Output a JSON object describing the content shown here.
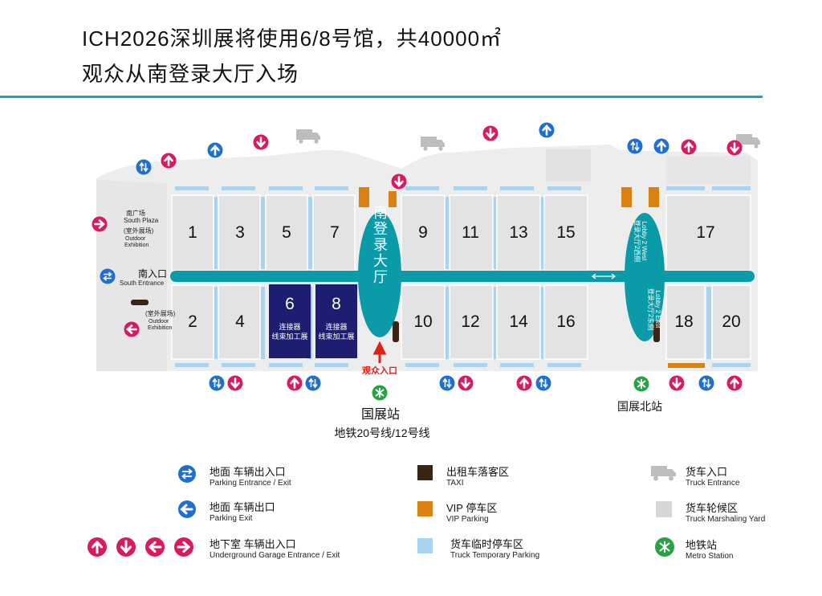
{
  "header": {
    "title_line1": "ICH2026深圳展将使用6/8号馆，共40000㎡",
    "title_line2": "观众从南登录大厅入场"
  },
  "colors": {
    "accent": "#1ea0cc",
    "teal": "#0a9aa8",
    "navy": "#1d1d72",
    "magenta": "#d81b60",
    "blue_arrow": "#1f6fd1",
    "hall_gray": "#e3e3e6",
    "truck_parking": "#a8d4f2",
    "vip": "#d98211",
    "taxi": "#3a2412",
    "metro": "#27a344",
    "red_text": "#e0201b"
  },
  "map": {
    "halls_west": [
      "1",
      "3",
      "5",
      "7",
      "2",
      "4"
    ],
    "hall6": {
      "number": "6",
      "line1": "连接器",
      "line2": "线束加工展"
    },
    "hall8": {
      "number": "8",
      "line1": "连接器",
      "line2": "线束加工展"
    },
    "halls_east_top": [
      "9",
      "11",
      "13",
      "15"
    ],
    "halls_east_bottom": [
      "10",
      "12",
      "14",
      "16"
    ],
    "halls_far": [
      "17",
      "18",
      "20"
    ],
    "south_lobby": "南登录大厅",
    "lobby2_west_cn": "登录大厅2西侧",
    "lobby2_west_en": "Lobby 2 West",
    "lobby2_east_cn": "登录大厅2东侧",
    "lobby2_east_en": "Lobby 2 East",
    "south_plaza_cn": "南广场",
    "south_plaza_en": "South Plaza",
    "outdoor_cn": "(室外展场)",
    "outdoor_en_1": "Outdoor",
    "outdoor_en_2": "Exhibition",
    "south_entrance_cn": "南入口",
    "south_entrance_en": "South Entrance",
    "visitor_entrance": "观众入口",
    "station1": "国展站",
    "station1_lines": "地铁20号线/12号线",
    "station2": "国展北站"
  },
  "legend": [
    {
      "icon": "blue-two-way-icon",
      "cn": "地面 车辆出入口",
      "en": "Parking Entrance / Exit"
    },
    {
      "icon": "blue-exit-arrow-icon",
      "cn": "地面 车辆出口",
      "en": "Parking Exit"
    },
    {
      "icon": "magenta-arrows-icon",
      "cn": "地下室 车辆出入口",
      "en": "Underground Garage Entrance / Exit"
    },
    {
      "icon": "taxi-swatch",
      "cn": "出租车落客区",
      "en": "TAXI"
    },
    {
      "icon": "vip-swatch",
      "cn": "VIP 停车区",
      "en": "VIP Parking"
    },
    {
      "icon": "truck-parking-swatch",
      "cn": "货车临时停车区",
      "en": "Truck Temporary Parking"
    },
    {
      "icon": "truck-icon",
      "cn": "货车入口",
      "en": "Truck Entrance"
    },
    {
      "icon": "marshaling-swatch",
      "cn": "货车轮候区",
      "en": "Truck Marshaling Yard"
    },
    {
      "icon": "metro-icon",
      "cn": "地铁站",
      "en": "Metro Station"
    }
  ]
}
